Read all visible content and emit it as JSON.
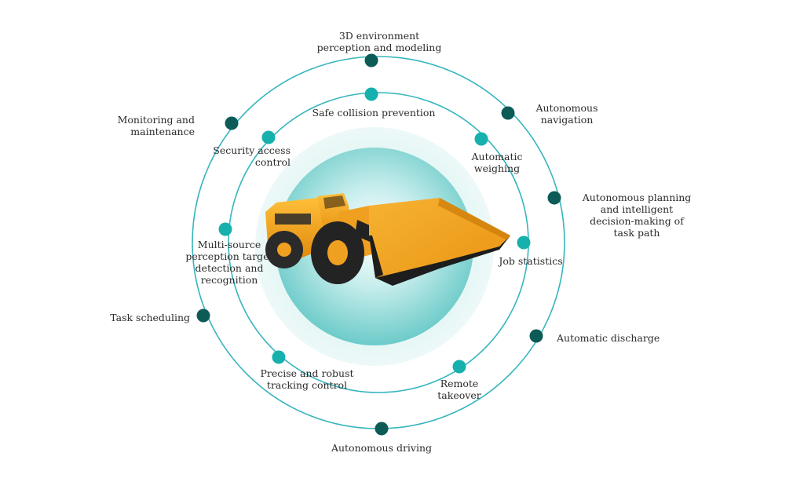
{
  "colors": {
    "ring": "#35b5bd",
    "outer_node": "#0d5b57",
    "inner_node": "#16b0ad",
    "halo_outer": "#e4f6f5",
    "halo_inner": "#77d0cf",
    "loader_body": "#f4a21c",
    "loader_dark": "#2a2a2a"
  },
  "center_image": {
    "subject": "underground-loader-illustration"
  },
  "outer_ring": {
    "items": [
      {
        "id": "3d",
        "label": "3D environment\nperception and modeling"
      },
      {
        "id": "nav",
        "label": "Autonomous\nnavigation"
      },
      {
        "id": "plan",
        "label": "Autonomous planning\nand intelligent\ndecision-making  of\ntask path"
      },
      {
        "id": "discharge",
        "label": "Automatic discharge"
      },
      {
        "id": "driving",
        "label": "Autonomous driving"
      },
      {
        "id": "sched",
        "label": "Task scheduling"
      },
      {
        "id": "monitor",
        "label": "Monitoring and\nmaintenance"
      }
    ]
  },
  "inner_ring": {
    "items": [
      {
        "id": "collision",
        "label": "Safe collision prevention"
      },
      {
        "id": "weigh",
        "label": "Automatic\nweighing"
      },
      {
        "id": "jobstats",
        "label": "Job statistics"
      },
      {
        "id": "remote",
        "label": "Remote\ntakeover"
      },
      {
        "id": "tracking",
        "label": "Precise and robust\ntracking control"
      },
      {
        "id": "multisource",
        "label": "Multi-source\nperception target\ndetection and\nrecognition"
      },
      {
        "id": "security",
        "label": "Security access\ncontrol"
      }
    ]
  }
}
